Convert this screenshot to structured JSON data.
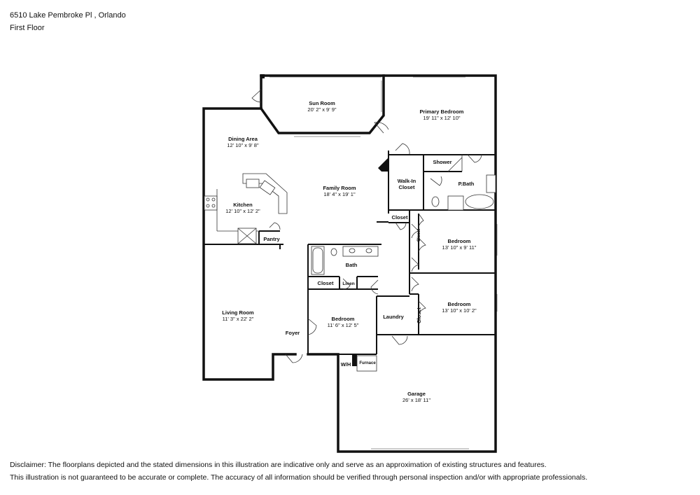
{
  "header": {
    "address": "6510 Lake Pembroke Pl , Orlando",
    "floor": "First Floor"
  },
  "rooms": {
    "sun_room": {
      "name": "Sun Room",
      "dims": "20' 2\" x 9' 9\""
    },
    "primary_bedroom": {
      "name": "Primary Bedroom",
      "dims": "19' 11\" x 12' 10\""
    },
    "dining_area": {
      "name": "Dining Area",
      "dims": "12' 10\" x 9' 8\""
    },
    "family_room": {
      "name": "Family Room",
      "dims": "18' 4\" x 19' 1\""
    },
    "kitchen": {
      "name": "Kitchen",
      "dims": "12' 10\" x 12' 2\""
    },
    "walk_in_closet": {
      "name": "Walk-In",
      "name2": "Closet"
    },
    "shower": {
      "name": "Shower"
    },
    "p_bath": {
      "name": "P.Bath"
    },
    "closet_hall": {
      "name": "Closet"
    },
    "bedroom_2": {
      "name": "Bedroom",
      "dims": "13' 10\" x 9' 11\""
    },
    "closet_b2": {
      "name": "Closet"
    },
    "pantry": {
      "name": "Pantry"
    },
    "bath": {
      "name": "Bath"
    },
    "closet_b4": {
      "name": "Closet"
    },
    "linen": {
      "name": "Linen"
    },
    "living_room": {
      "name": "Living Room",
      "dims": "11' 3\" x 22' 2\""
    },
    "bedroom_4": {
      "name": "Bedroom",
      "dims": "11' 6\" x 12' 5\""
    },
    "laundry": {
      "name": "Laundry"
    },
    "bedroom_3": {
      "name": "Bedroom",
      "dims": "13' 10\" x 10' 2\""
    },
    "closet_b3": {
      "name": "Closet"
    },
    "foyer": {
      "name": "Foyer"
    },
    "wh": {
      "name": "W/H"
    },
    "furnace": {
      "name": "Furnace"
    },
    "garage": {
      "name": "Garage",
      "dims": "26' x 18' 11\""
    }
  },
  "disclaimer": {
    "line1": "Disclaimer: The floorplans depicted and the stated dimensions in this illustration are indicative only and serve as an approximation of existing structures and features.",
    "line2": "This illustration is not guaranteed to be accurate or complete. The accuracy of all information should be verified through personal inspection and/or with appropriate professionals."
  }
}
